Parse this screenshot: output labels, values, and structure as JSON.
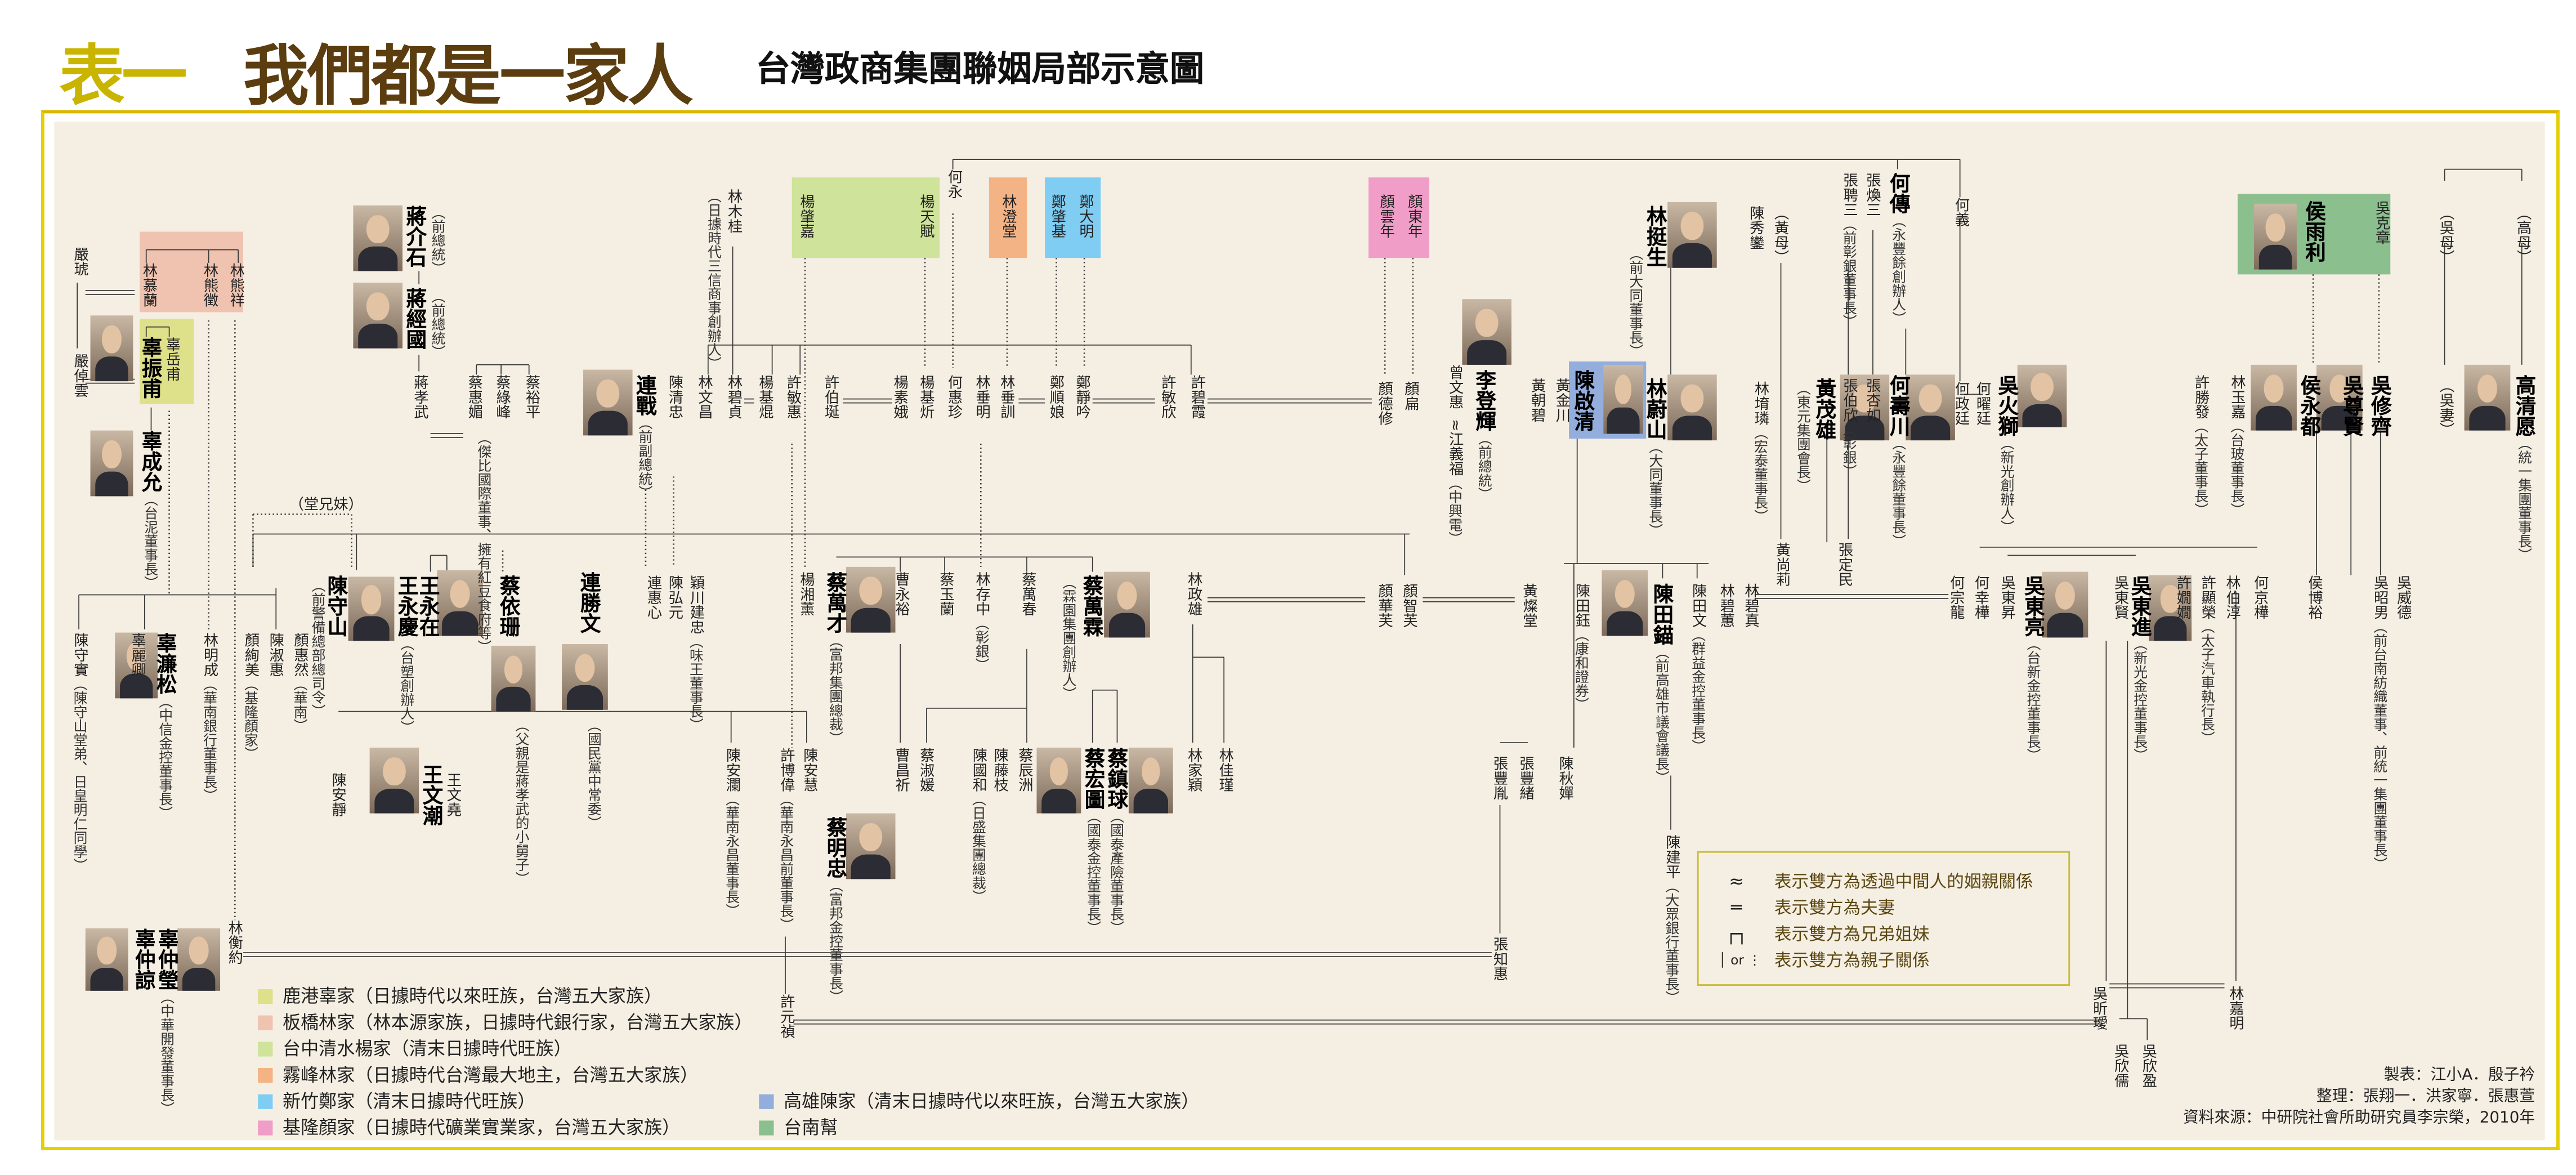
{
  "title": {
    "table_no": "表一",
    "main": "我們都是一家人",
    "subtitle": "台灣政商集團聯姻局部示意圖"
  },
  "labels": {
    "cousins": "（堂兄妹）"
  },
  "families": [
    {
      "name": "鹿港辜家（日據時代以來旺族，台灣五大家族）",
      "color": "#dfe08a"
    },
    {
      "name": "板橋林家（林本源家族，日據時代銀行家，台灣五大家族）",
      "color": "#efc3b0"
    },
    {
      "name": "台中清水楊家（清末日據時代旺族）",
      "color": "#cfe39a"
    },
    {
      "name": "霧峰林家（日據時代台灣最大地主，台灣五大家族）",
      "color": "#f4b384"
    },
    {
      "name": "新竹鄭家（清末日據時代旺族）",
      "color": "#80cdf3"
    },
    {
      "name": "基隆顏家（日據時代礦業實業家，台灣五大家族）",
      "color": "#f09dc7"
    },
    {
      "name": "高雄陳家（清末日據時代以來旺族，台灣五大家族）",
      "color": "#93aedd"
    },
    {
      "name": "台南幫",
      "color": "#8cbf8e"
    }
  ],
  "symbol_legend": [
    {
      "symbol": "≈",
      "text": "表示雙方為透過中間人的姻親關係"
    },
    {
      "symbol": "═",
      "text": "表示雙方為夫妻"
    },
    {
      "symbol": "┌┐",
      "text": "表示雙方為兄弟姐妹"
    },
    {
      "symbol": "│ or ⋮",
      "text": "表示雙方為親子關係"
    }
  ],
  "credits": {
    "made_by": "製表：江小A．殷子衿",
    "compiled_by": "整理：張翔一．洪家寧．張惠萱",
    "source": "資料來源：中研院社會所助研究員李宗榮，2010年"
  },
  "people": {
    "yan_hu": {
      "name": "嚴琥"
    },
    "yan_zhuoyun": {
      "name": "嚴倬雲"
    },
    "lin_mulan": {
      "name": "林慕蘭"
    },
    "lin_xiongzheng": {
      "name": "林熊徵"
    },
    "lin_xiongxiang": {
      "name": "林熊祥"
    },
    "gu_zhenfu": {
      "name": "辜振甫"
    },
    "gu_yuefu": {
      "name": "辜岳甫"
    },
    "gu_chengyun": {
      "name": "辜成允",
      "note": "（台泥董事長）"
    },
    "chiang_ks": {
      "name": "蔣介石",
      "note": "（前總統）"
    },
    "chiang_cg": {
      "name": "蔣經國",
      "note": "（前總統）"
    },
    "chiang_xw": {
      "name": "蔣孝武"
    },
    "cai_huimei": {
      "name": "蔡惠媚"
    },
    "cai_lufeng": {
      "name": "蔡綠峰",
      "note": "（傑比國際董事、擁有紅豆食府等）"
    },
    "cai_yuping": {
      "name": "蔡裕平"
    },
    "lian_zhan": {
      "name": "連戰",
      "note": "（前副總統）"
    },
    "chen_qingzhong": {
      "name": "陳清忠"
    },
    "lin_wenchang": {
      "name": "林文昌"
    },
    "lin_bizhen": {
      "name": "林碧貞"
    },
    "lin_mugui": {
      "name": "林木桂",
      "note": "（日據時代三信商事創辦人）"
    },
    "yang_jikun": {
      "name": "楊基焜"
    },
    "xu_minhui": {
      "name": "許敏惠"
    },
    "xu_boyan": {
      "name": "許伯埏"
    },
    "yang_su_e": {
      "name": "楊素娥"
    },
    "yang_jixin": {
      "name": "楊基炘"
    },
    "he_huizhen": {
      "name": "何惠珍"
    },
    "lin_chuiming": {
      "name": "林垂明"
    },
    "lin_chuixun": {
      "name": "林垂訓"
    },
    "zheng_shunniang": {
      "name": "鄭順娘"
    },
    "zheng_jingyin": {
      "name": "鄭靜吟"
    },
    "xu_minxin": {
      "name": "許敏欣"
    },
    "xu_bixia": {
      "name": "許碧霞"
    },
    "yang_zhaojia": {
      "name": "楊肇嘉"
    },
    "yang_tianfu": {
      "name": "楊天賦"
    },
    "he_yong": {
      "name": "何永"
    },
    "lin_chengtang": {
      "name": "林澄堂"
    },
    "zheng_zhaoji": {
      "name": "鄭肇基"
    },
    "zheng_daming": {
      "name": "鄭大明"
    },
    "yan_yunnian": {
      "name": "顏雲年"
    },
    "yan_dongnian": {
      "name": "顏東年"
    },
    "yan_dexiu": {
      "name": "顏德修"
    },
    "yan_bian": {
      "name": "顏扁"
    },
    "li_denghui": {
      "name": "李登輝",
      "note": "（前總統）"
    },
    "zeng_wenhui": {
      "name": "曾文惠"
    },
    "jiang_yifu": {
      "name": "≈江義福",
      "note": "（中興電）"
    },
    "huang_chaobi": {
      "name": "黃朝碧"
    },
    "huang_jinchuan": {
      "name": "黃金川"
    },
    "chen_qiqing": {
      "name": "陳啟清"
    },
    "lin_tingsheng": {
      "name": "林挺生",
      "note": "（前大同董事長）"
    },
    "lin_weishan": {
      "name": "林蔚山",
      "note": "（大同董事長）"
    },
    "chen_xiuluan": {
      "name": "陳秀鑾"
    },
    "huang_mu": {
      "name": "（黃母）"
    },
    "lin_yulin": {
      "name": "林堉璘",
      "note": "（宏泰董事長）"
    },
    "huang_maoxiong": {
      "name": "黃茂雄",
      "note": "（東元集團會長）"
    },
    "huang_shangli": {
      "name": "黃尚莉"
    },
    "zhang_dingmin": {
      "name": "張定民"
    },
    "zhang_pinsan": {
      "name": "張聘三",
      "note": "（前彰銀董事長）"
    },
    "zhang_huansan": {
      "name": "張煥三"
    },
    "zhang_boxin": {
      "name": "張伯欣",
      "note": "（彰銀）"
    },
    "zhang_xingru": {
      "name": "張杏如"
    },
    "he_chuan": {
      "name": "何傳",
      "note": "（永豐餘創辦人）"
    },
    "he_shouchuan": {
      "name": "何壽川",
      "note": "（永豐餘董事長）"
    },
    "he_yi": {
      "name": "何義"
    },
    "he_zhengting": {
      "name": "何政廷"
    },
    "he_yaoting": {
      "name": "何曜廷"
    },
    "wu_huoshi": {
      "name": "吳火獅",
      "note": "（新光創辦人）"
    },
    "hou_yuli": {
      "name": "侯雨利"
    },
    "wu_kezhang": {
      "name": "吳克章"
    },
    "hou_yongdu": {
      "name": "侯永都"
    },
    "wu_zunxian": {
      "name": "吳尊賢"
    },
    "wu_xiuqi": {
      "name": "吳修齊"
    },
    "xu_shengfa": {
      "name": "許勝發",
      "note": "（太子董事長）"
    },
    "lin_yujia": {
      "name": "林玉嘉",
      "note": "（台玻董事長）"
    },
    "wu_mu": {
      "name": "（吳母）"
    },
    "gao_mu": {
      "name": "（高母）"
    },
    "wu_qi": {
      "name": "（吳妻）"
    },
    "gao_qingyuan": {
      "name": "高清愿",
      "note": "（統一集團董事長）"
    },
    "chen_shoushan": {
      "name": "陳守山",
      "note": "（前警備總部總司令）"
    },
    "wang_yongqing": {
      "name": "王永慶",
      "note": "（台塑創辦人）"
    },
    "wang_yongzai": {
      "name": "王永在"
    },
    "cai_yishan": {
      "name": "蔡依珊",
      "note": "（父親是蔣孝武的小舅子）"
    },
    "lian_shengwen": {
      "name": "連勝文",
      "note": "（國民黨中常委）"
    },
    "lian_huixin": {
      "name": "連惠心"
    },
    "chen_hongyuan": {
      "name": "陳弘元"
    },
    "yingchuan_jianzhong": {
      "name": "穎川建忠",
      "note": "（味王董事長）"
    },
    "gu_liansong": {
      "name": "辜濂松",
      "note": "（中信金控董事長）"
    },
    "gu_liqing": {
      "name": "辜麗卿"
    },
    "chen_shoushi": {
      "name": "陳守實",
      "note": "（陳守山堂弟、日皇明仁同學）"
    },
    "lin_mingcheng": {
      "name": "林明成",
      "note": "（華南銀行董事長）"
    },
    "yan_xumei": {
      "name": "顏絢美",
      "note": "（基隆顏家）"
    },
    "chen_shuhui": {
      "name": "陳淑惠"
    },
    "yan_huiran": {
      "name": "顏惠然",
      "note": "（華南）"
    },
    "wang_wenchao": {
      "name": "王文潮"
    },
    "wang_wenyao": {
      "name": "王文堯"
    },
    "chen_anjing": {
      "name": "陳安靜"
    },
    "gu_zhongliang": {
      "name": "辜仲諒"
    },
    "gu_zhongying": {
      "name": "辜仲瑩",
      "note": "（中華開發董事長）"
    },
    "lin_hengyue": {
      "name": "林衡約"
    },
    "yang_xiangxun": {
      "name": "楊湘薰"
    },
    "cai_wancai": {
      "name": "蔡萬才",
      "note": "（富邦集團總裁）"
    },
    "cao_yongyu": {
      "name": "曹永裕"
    },
    "cai_yulan": {
      "name": "蔡玉蘭"
    },
    "lin_cunzhong": {
      "name": "林存中",
      "note": "（彰銀）"
    },
    "cai_wanchun": {
      "name": "蔡萬春"
    },
    "cai_wanlin": {
      "name": "蔡萬霖",
      "note": "（霖園集團創辦人）"
    },
    "lin_zhengxiong": {
      "name": "林政雄"
    },
    "lin_jiaying": {
      "name": "林家穎"
    },
    "lin_jiajin": {
      "name": "林佳瑾"
    },
    "chen_anlan": {
      "name": "陳安瀾",
      "note": "（華南永昌董事長）"
    },
    "xu_bowei": {
      "name": "許博偉",
      "note": "（華南永昌前董事長）"
    },
    "chen_anhui": {
      "name": "陳安慧"
    },
    "cao_changqi": {
      "name": "曹昌祈"
    },
    "cai_shuyuan": {
      "name": "蔡淑媛"
    },
    "chen_guohe": {
      "name": "陳國和",
      "note": "（日盛集團總裁）"
    },
    "chen_tengzhi": {
      "name": "陳藤枝"
    },
    "cai_chenzhou": {
      "name": "蔡辰洲"
    },
    "cai_hongtu": {
      "name": "蔡宏圖",
      "note": "（國泰金控董事長）"
    },
    "cai_zhenqiu": {
      "name": "蔡鎮球",
      "note": "（國泰產險董事長）"
    },
    "cai_mingzhong": {
      "name": "蔡明忠",
      "note": "（富邦金控董事長）"
    },
    "xu_yuanzhen": {
      "name": "許元禎"
    },
    "yan_huafu": {
      "name": "顏華芙"
    },
    "yan_zhifu": {
      "name": "顏智芙"
    },
    "huang_cantang": {
      "name": "黃燦堂"
    },
    "chen_tianyu": {
      "name": "陳田鈺",
      "note": "（康和證券）"
    },
    "chen_tianmao": {
      "name": "陳田錨",
      "note": "（前高雄市議會議長）"
    },
    "chen_tianwen": {
      "name": "陳田文",
      "note": "（群益金控董事長）"
    },
    "lin_bihui": {
      "name": "林碧蕙"
    },
    "lin_bizhen2": {
      "name": "林碧真"
    },
    "chen_qiuchan": {
      "name": "陳秋嬋"
    },
    "zhang_fengxu": {
      "name": "張豐緒"
    },
    "zhang_fengyin": {
      "name": "張豐胤"
    },
    "zhang_zhihui": {
      "name": "張知惠"
    },
    "chen_jianping": {
      "name": "陳建平",
      "note": "（大眾銀行董事長）"
    },
    "he_zonglong": {
      "name": "何宗龍"
    },
    "he_xinghua": {
      "name": "何幸樺"
    },
    "wu_dongsheng": {
      "name": "吳東昇"
    },
    "wu_dongliang": {
      "name": "吳東亮",
      "note": "（台新金控董事長）"
    },
    "wu_dongxian": {
      "name": "吳東賢"
    },
    "wu_dongjin": {
      "name": "吳東進",
      "note": "（新光金控董事長）"
    },
    "xu_xianxian": {
      "name": "許嫺嫺"
    },
    "xu_xianrong": {
      "name": "許顯榮",
      "note": "（太子汽車執行長）"
    },
    "lin_bochun": {
      "name": "林伯淳"
    },
    "he_jinghua": {
      "name": "何京樺"
    },
    "hou_boyu": {
      "name": "侯博裕"
    },
    "wu_zhaonan": {
      "name": "吳昭男",
      "note": "（前台南紡織董事、前統一集團董事長）"
    },
    "wu_weide": {
      "name": "吳威德"
    },
    "wu_xinai": {
      "name": "吳昕璦"
    },
    "lin_jiaming": {
      "name": "林嘉明"
    },
    "wu_xinru": {
      "name": "吳欣儒"
    },
    "wu_xinying": {
      "name": "吳欣盈"
    }
  }
}
